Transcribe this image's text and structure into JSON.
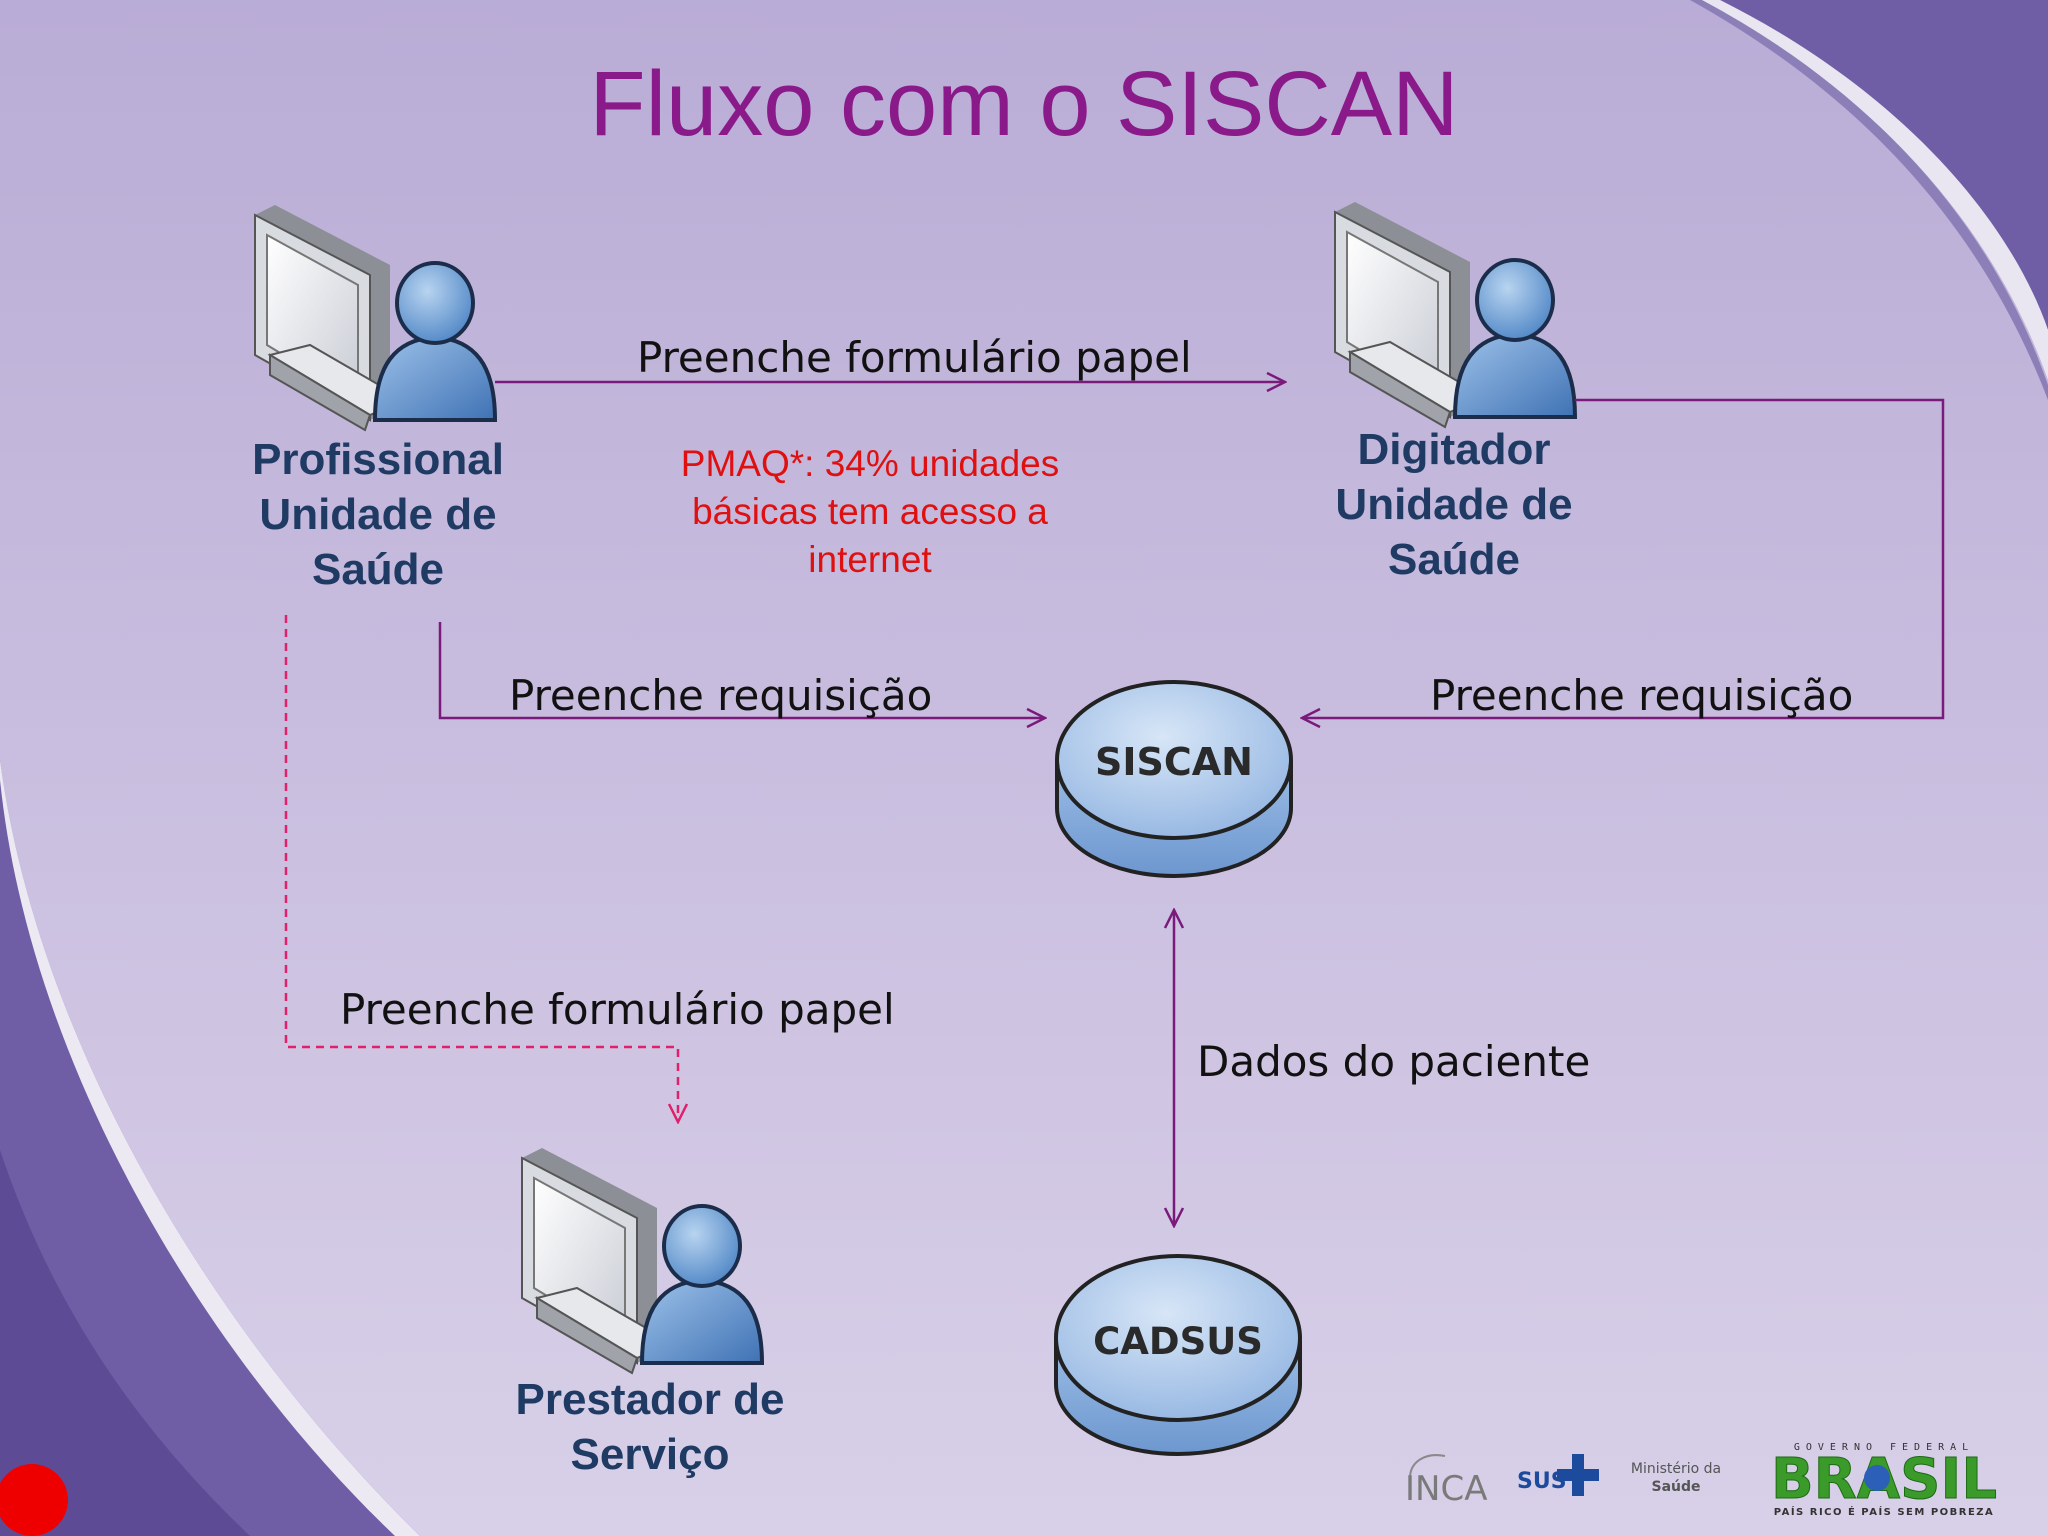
{
  "slide": {
    "title": "Fluxo com o SISCAN"
  },
  "actors": {
    "profissional": {
      "lines": [
        "Profissional",
        "Unidade de",
        "Saúde"
      ]
    },
    "digitador": {
      "lines": [
        "Digitador",
        "Unidade de",
        "Saúde"
      ]
    },
    "prestador": {
      "lines": [
        "Prestador de",
        "Serviço"
      ]
    }
  },
  "databases": {
    "siscan": "SISCAN",
    "cadsus": "CADSUS"
  },
  "flows": {
    "top": "Preenche formulário papel",
    "left_requisicao": "Preenche requisição",
    "right_requisicao": "Preenche requisição",
    "paper_to_prestador": "Preenche formulário papel",
    "dados": "Dados do paciente"
  },
  "note": {
    "lines": [
      "PMAQ*: 34% unidades",
      "básicas tem acesso a",
      "internet"
    ]
  },
  "logos": {
    "inca": "INCA",
    "sus": "SUS",
    "ministerio": [
      "Ministério da",
      "Saúde"
    ],
    "brasil": "BRASIL",
    "brasil_top": "GOVERNO FEDERAL",
    "brasil_tagline": "PAÍS RICO É PAÍS SEM POBREZA"
  },
  "colors": {
    "title": "#8a1a8a",
    "arrow": "#7a1a7a",
    "dashed": "#e0206a",
    "note": "#e01010",
    "actor_label": "#1f3b63",
    "background": "#c9bddf",
    "swoosh": "#6a5aa0"
  }
}
